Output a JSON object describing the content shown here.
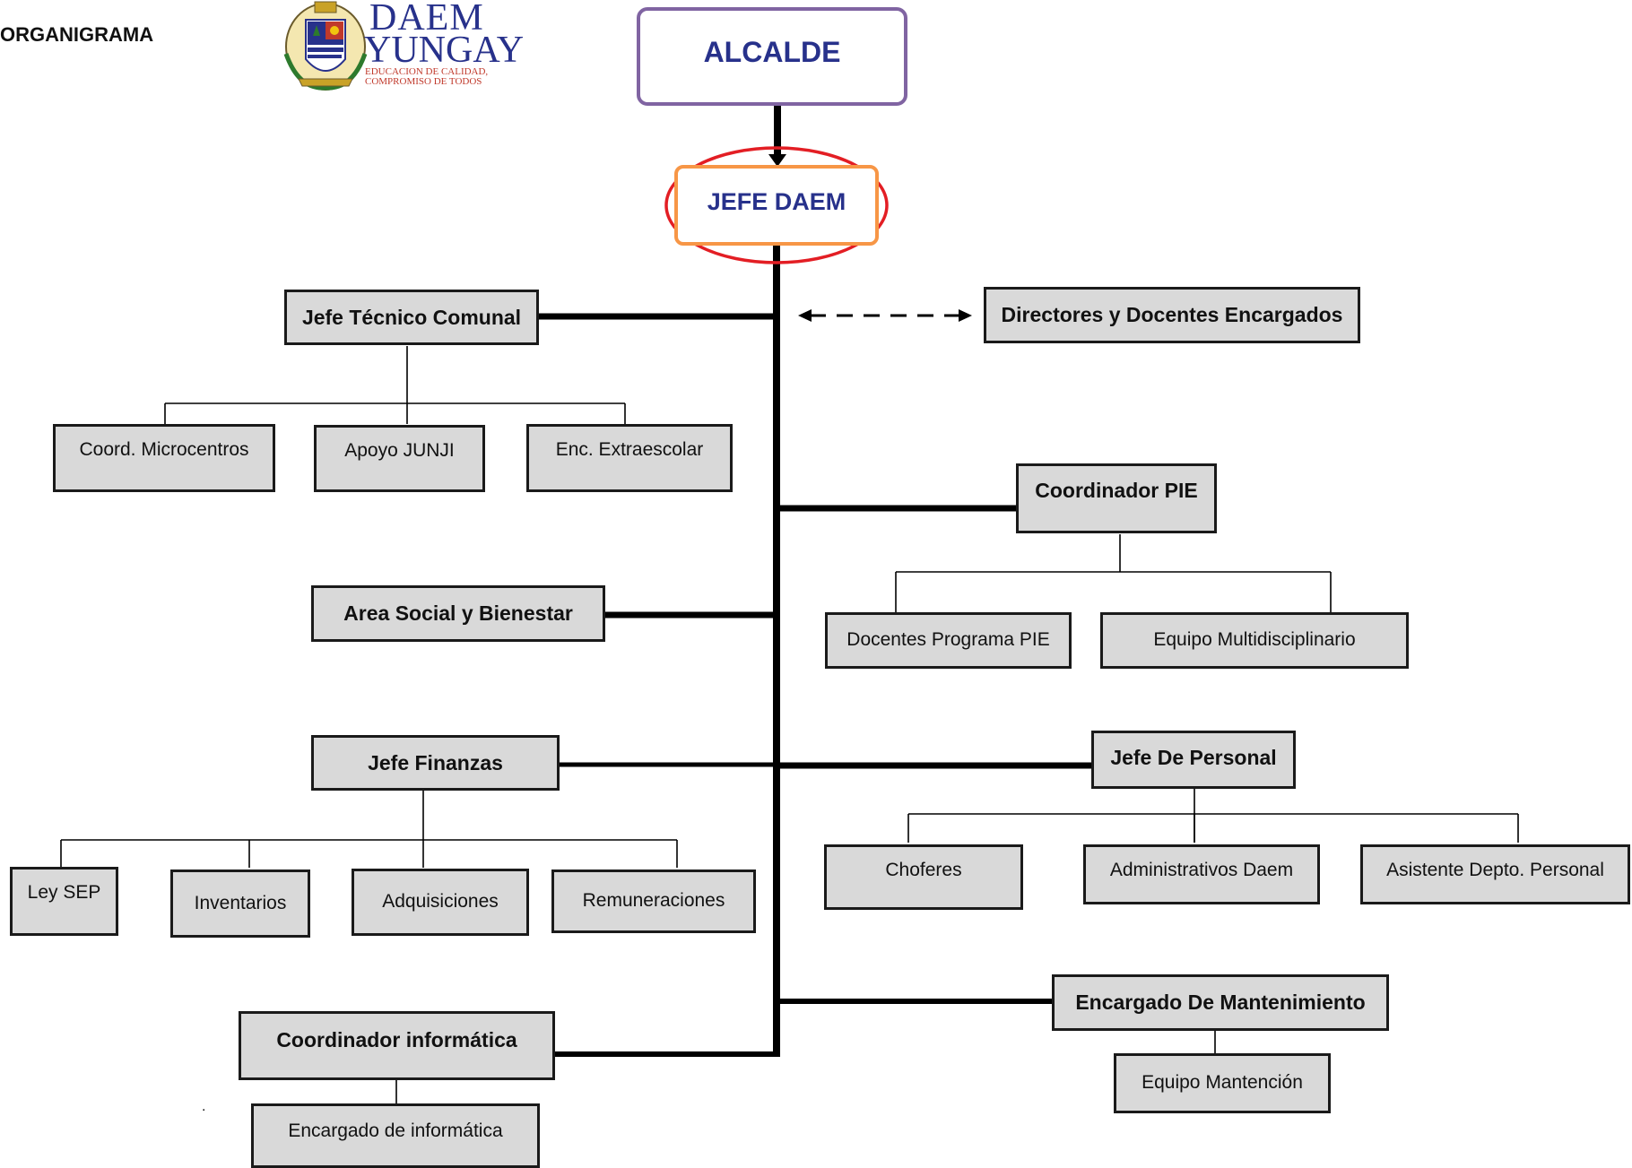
{
  "header": {
    "title": "ORGANIGRAMA",
    "logo": {
      "line1": "DAEM",
      "line2": "YUNGAY",
      "tagline1": "EDUCACION DE CALIDAD,",
      "tagline2": "COMPROMISO DE TODOS"
    }
  },
  "top": {
    "alcalde": "ALCALDE",
    "jefe_daem": "JEFE DAEM"
  },
  "left": {
    "jefe_tecnico": "Jefe Técnico Comunal",
    "tecnico_children": [
      "Coord. Microcentros",
      "Apoyo JUNJI",
      "Enc. Extraescolar"
    ],
    "area_social": "Area Social y Bienestar",
    "jefe_finanzas": "Jefe Finanzas",
    "finanzas_children": [
      "Ley SEP",
      "Inventarios",
      "Adquisiciones",
      "Remuneraciones"
    ],
    "coord_informatica": "Coordinador informática",
    "informatica_child": "Encargado de  informática"
  },
  "right": {
    "directores": "Directores y Docentes Encargados",
    "coord_pie": "Coordinador PIE",
    "pie_children": [
      "Docentes Programa PIE",
      "Equipo Multidisciplinario"
    ],
    "jefe_personal": "Jefe De Personal",
    "personal_children": [
      "Choferes",
      "Administrativos Daem",
      "Asistente Depto. Personal"
    ],
    "mantenimiento": "Encargado De Mantenimiento",
    "mantenimiento_child": "Equipo Mantención"
  },
  "colors": {
    "alcalde_border": "#8064a2",
    "jefe_border": "#f79646",
    "highlight_ellipse": "#e31e24",
    "heading_text": "#27318b",
    "box_fill": "#d9d9d9"
  }
}
